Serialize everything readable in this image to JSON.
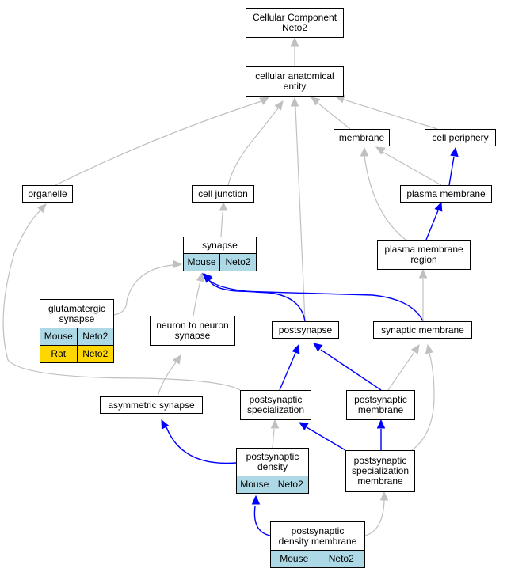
{
  "diagram": {
    "nodes": {
      "root": {
        "label": "Cellular Component\nNeto2"
      },
      "cae": {
        "label": "cellular anatomical\nentity"
      },
      "membrane": {
        "label": "membrane"
      },
      "cellper": {
        "label": "cell periphery"
      },
      "organelle": {
        "label": "organelle"
      },
      "celljunc": {
        "label": "cell junction"
      },
      "plasmamem": {
        "label": "plasma membrane"
      },
      "pmregion": {
        "label": "plasma membrane\nregion"
      },
      "synapse": {
        "label": "synapse",
        "rows": [
          {
            "species": "Mouse",
            "gene": "Neto2"
          }
        ]
      },
      "glutsyn": {
        "label": "glutamatergic\nsynapse",
        "rows": [
          {
            "species": "Mouse",
            "gene": "Neto2"
          },
          {
            "species": "Rat",
            "gene": "Neto2"
          }
        ]
      },
      "n2nsyn": {
        "label": "neuron to neuron\nsynapse"
      },
      "postsyn": {
        "label": "postsynapse"
      },
      "synmem": {
        "label": "synaptic membrane"
      },
      "asymsyn": {
        "label": "asymmetric synapse"
      },
      "pss": {
        "label": "postsynaptic\nspecialization"
      },
      "psmem": {
        "label": "postsynaptic\nmembrane"
      },
      "psd": {
        "label": "postsynaptic\ndensity",
        "rows": [
          {
            "species": "Mouse",
            "gene": "Neto2"
          }
        ]
      },
      "pssm": {
        "label": "postsynaptic\nspecialization\nmembrane"
      },
      "psdm": {
        "label": "postsynaptic\ndensity membrane",
        "rows": [
          {
            "species": "Mouse",
            "gene": "Neto2"
          }
        ]
      }
    },
    "edges": [
      {
        "from": "cae",
        "to": "root",
        "type": "is_a"
      },
      {
        "from": "organelle",
        "to": "cae",
        "type": "is_a"
      },
      {
        "from": "celljunc",
        "to": "cae",
        "type": "is_a"
      },
      {
        "from": "postsyn",
        "to": "cae",
        "type": "is_a"
      },
      {
        "from": "membrane",
        "to": "cae",
        "type": "is_a"
      },
      {
        "from": "cellper",
        "to": "cae",
        "type": "is_a"
      },
      {
        "from": "plasmamem",
        "to": "membrane",
        "type": "is_a"
      },
      {
        "from": "plasmamem",
        "to": "cellper",
        "type": "part_of"
      },
      {
        "from": "pmregion",
        "to": "membrane",
        "type": "is_a"
      },
      {
        "from": "pmregion",
        "to": "plasmamem",
        "type": "part_of"
      },
      {
        "from": "synapse",
        "to": "celljunc",
        "type": "is_a"
      },
      {
        "from": "glutsyn",
        "to": "synapse",
        "type": "is_a"
      },
      {
        "from": "n2nsyn",
        "to": "synapse",
        "type": "is_a"
      },
      {
        "from": "postsyn",
        "to": "synapse",
        "type": "part_of"
      },
      {
        "from": "synmem",
        "to": "synapse",
        "type": "part_of"
      },
      {
        "from": "synmem",
        "to": "pmregion",
        "type": "is_a"
      },
      {
        "from": "asymsyn",
        "to": "n2nsyn",
        "type": "is_a"
      },
      {
        "from": "pss",
        "to": "organelle",
        "type": "is_a"
      },
      {
        "from": "pss",
        "to": "postsyn",
        "type": "part_of"
      },
      {
        "from": "psmem",
        "to": "postsyn",
        "type": "part_of"
      },
      {
        "from": "psmem",
        "to": "synmem",
        "type": "is_a"
      },
      {
        "from": "psd",
        "to": "asymsyn",
        "type": "part_of"
      },
      {
        "from": "psd",
        "to": "pss",
        "type": "is_a"
      },
      {
        "from": "pssm",
        "to": "pss",
        "type": "part_of"
      },
      {
        "from": "pssm",
        "to": "psmem",
        "type": "part_of"
      },
      {
        "from": "pssm",
        "to": "synmem",
        "type": "is_a"
      },
      {
        "from": "psdm",
        "to": "psd",
        "type": "part_of"
      },
      {
        "from": "psdm",
        "to": "pssm",
        "type": "is_a"
      }
    ],
    "colors": {
      "is_a": "#c0c0c0",
      "part_of": "#0000ff",
      "mouse_row": "#add8e6",
      "rat_row": "#ffd700"
    }
  }
}
